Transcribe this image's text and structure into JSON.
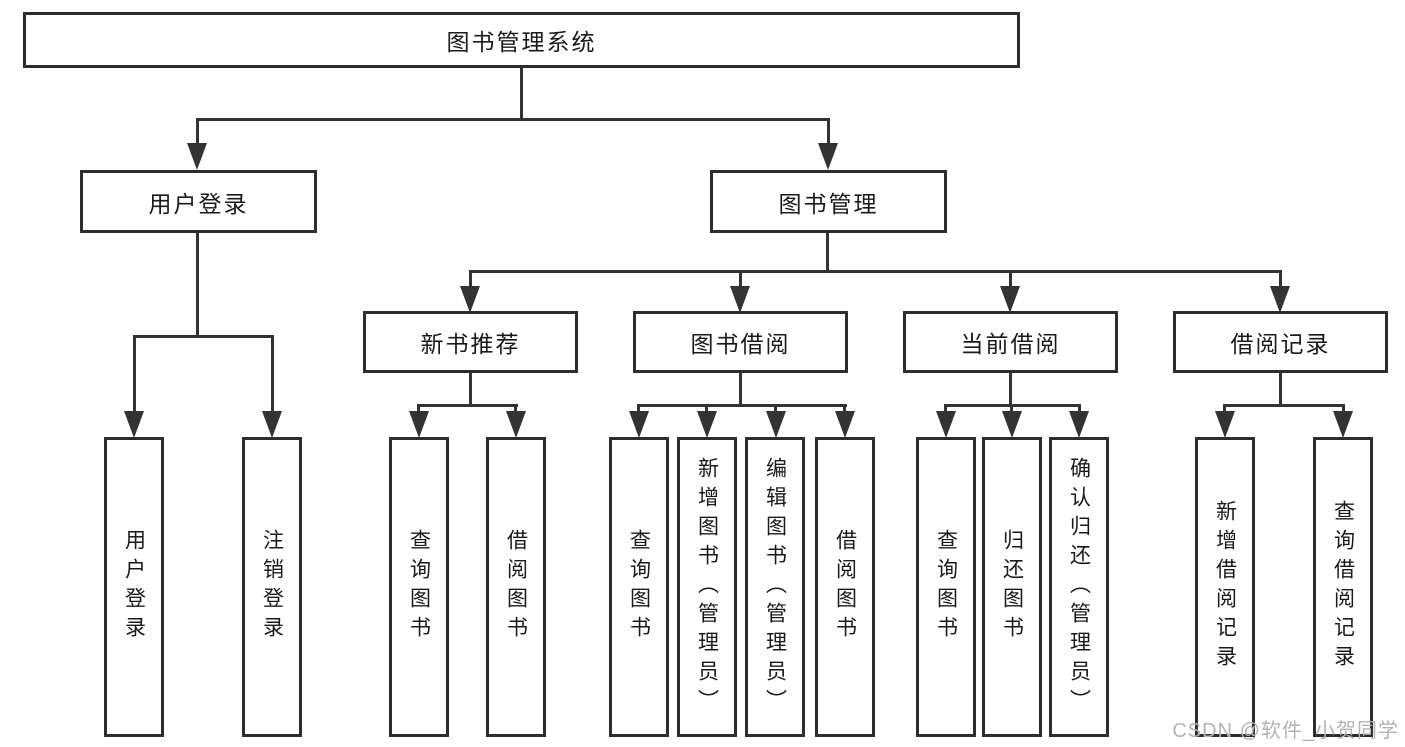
{
  "diagram": {
    "root": "图书管理系统",
    "user_branch": {
      "label": "用户登录",
      "children": [
        "用户登录",
        "注销登录"
      ]
    },
    "book_branch": {
      "label": "图书管理",
      "groups": [
        {
          "label": "新书推荐",
          "children": [
            "查询图书",
            "借阅图书"
          ]
        },
        {
          "label": "图书借阅",
          "children": [
            "查询图书",
            "新增图书（管理员）",
            "编辑图书（管理员）",
            "借阅图书"
          ]
        },
        {
          "label": "当前借阅",
          "children": [
            "查询图书",
            "归还图书",
            "确认归还（管理员）"
          ]
        },
        {
          "label": "借阅记录",
          "children": [
            "新增借阅记录",
            "查询借阅记录"
          ]
        }
      ]
    },
    "colors": {
      "line": "#333333",
      "border": "#2d2d2d",
      "text": "#1a1a1a",
      "watermark_text": "#b3b3b3",
      "background": "#ffffff"
    }
  },
  "watermark": {
    "text": "CSDN @软件_小贺同学"
  }
}
